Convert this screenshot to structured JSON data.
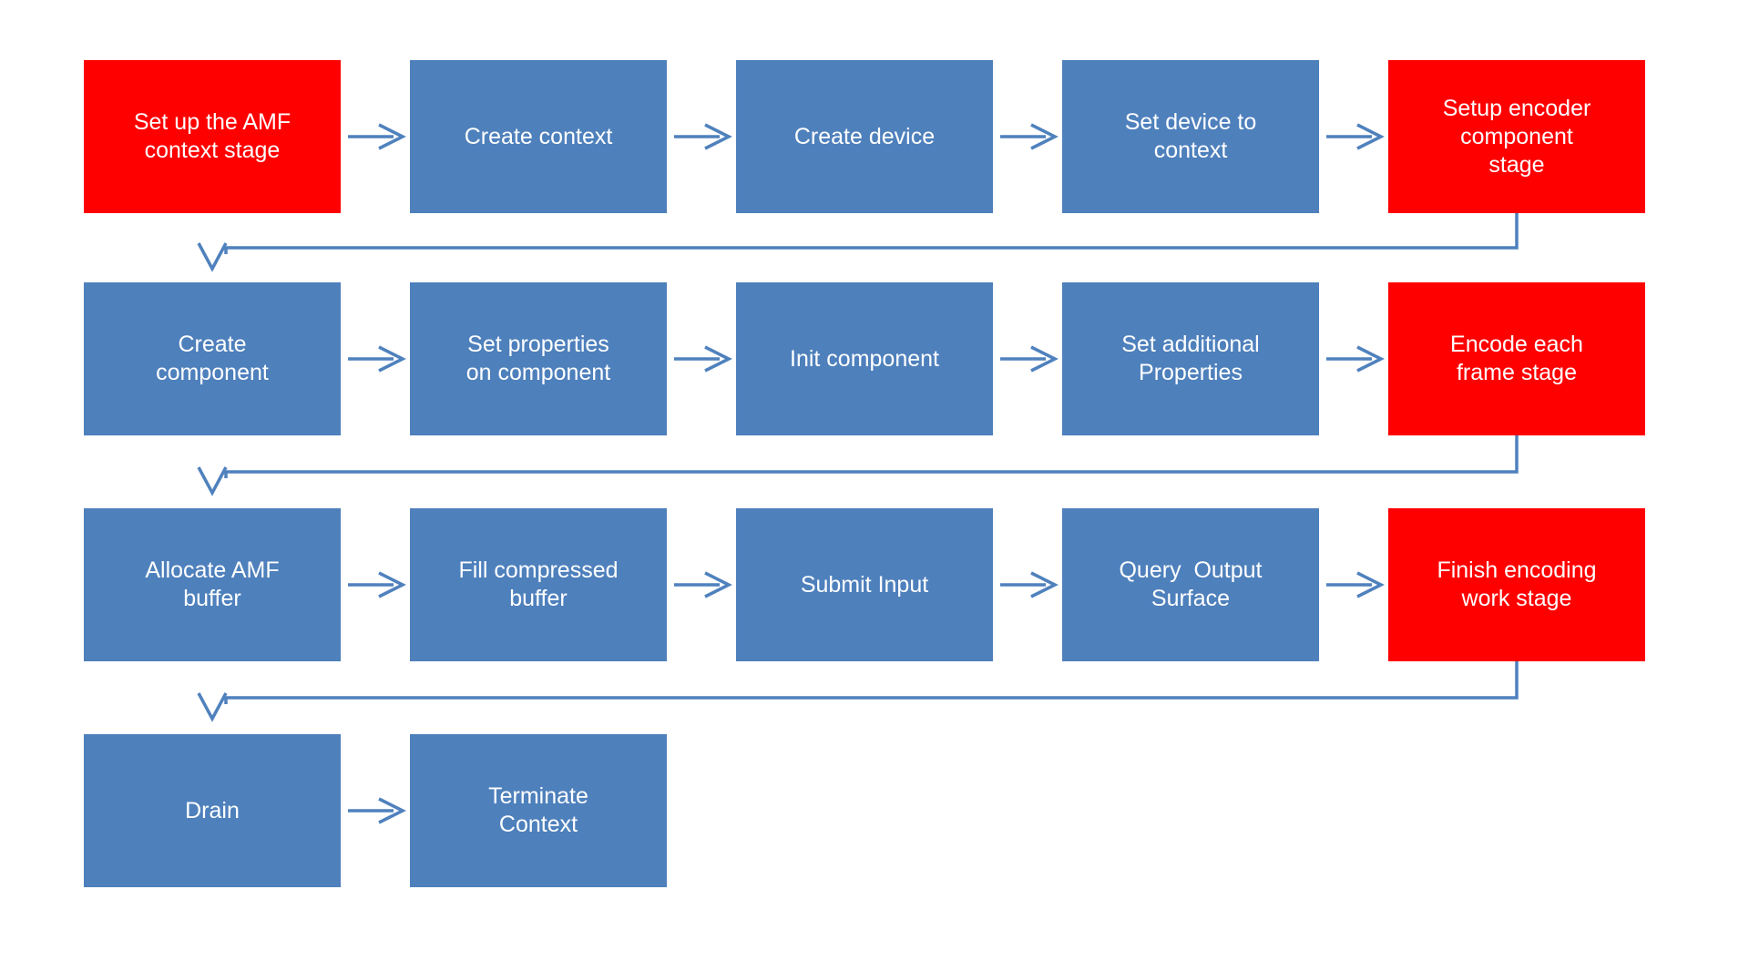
{
  "diagram": {
    "type": "flowchart",
    "colors": {
      "step_fill": "#4E80BC",
      "stage_fill": "#FF0000",
      "connector": "#4F81BD",
      "text": "#FFFFFF",
      "background": "#FFFFFF"
    },
    "rows": [
      {
        "boxes": [
          {
            "id": "set-up-amf-context-stage",
            "type": "stage",
            "label": "Set up the AMF\ncontext stage"
          },
          {
            "id": "create-context",
            "type": "step",
            "label": "Create context"
          },
          {
            "id": "create-device",
            "type": "step",
            "label": "Create device"
          },
          {
            "id": "set-device-to-context",
            "type": "step",
            "label": "Set device to\ncontext"
          },
          {
            "id": "setup-encoder-component-stage",
            "type": "stage",
            "label": "Setup encoder\ncomponent\nstage"
          }
        ]
      },
      {
        "boxes": [
          {
            "id": "create-component",
            "type": "step",
            "label": "Create\ncomponent"
          },
          {
            "id": "set-properties-on-component",
            "type": "step",
            "label": "Set properties\non component"
          },
          {
            "id": "init-component",
            "type": "step",
            "label": "Init component"
          },
          {
            "id": "set-additional-properties",
            "type": "step",
            "label": "Set additional\nProperties"
          },
          {
            "id": "encode-each-frame-stage",
            "type": "stage",
            "label": "Encode each\nframe stage"
          }
        ]
      },
      {
        "boxes": [
          {
            "id": "allocate-amf-buffer",
            "type": "step",
            "label": "Allocate AMF\nbuffer"
          },
          {
            "id": "fill-compressed-buffer",
            "type": "step",
            "label": "Fill compressed\nbuffer"
          },
          {
            "id": "submit-input",
            "type": "step",
            "label": "Submit Input"
          },
          {
            "id": "query-output-surface",
            "type": "step",
            "label": "Query  Output\nSurface"
          },
          {
            "id": "finish-encoding-work-stage",
            "type": "stage",
            "label": "Finish encoding\nwork stage"
          }
        ]
      },
      {
        "boxes": [
          {
            "id": "drain",
            "type": "step",
            "label": "Drain"
          },
          {
            "id": "terminate-context",
            "type": "step",
            "label": "Terminate\nContext"
          }
        ]
      }
    ]
  }
}
